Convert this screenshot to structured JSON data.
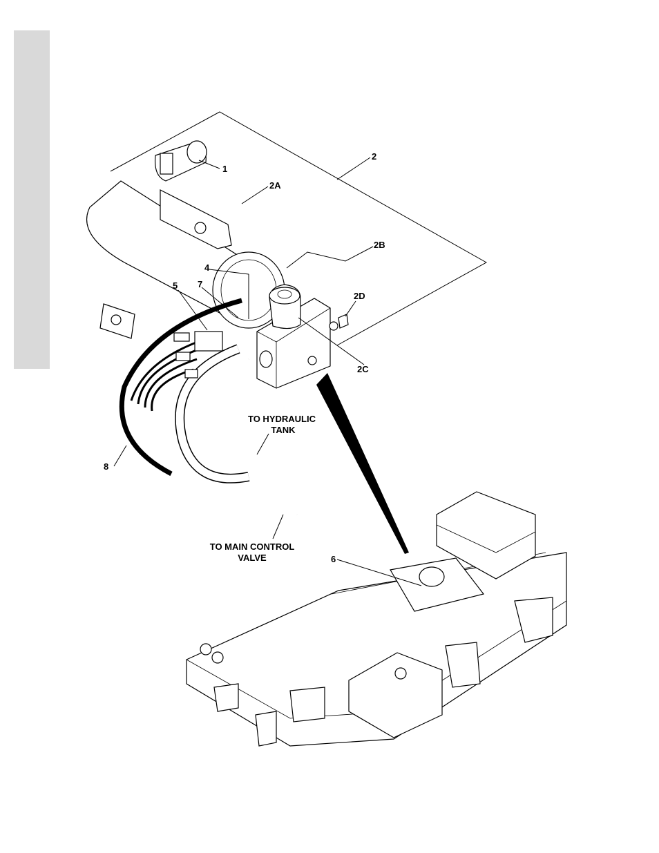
{
  "labels": {
    "l1": "1",
    "l2": "2",
    "l2a": "2A",
    "l2b": "2B",
    "l2c": "2C",
    "l2d": "2D",
    "l4": "4",
    "l5": "5",
    "l6": "6",
    "l7": "7",
    "l8": "8"
  },
  "notes": {
    "tank_line1": "TO HYDRAULIC",
    "tank_line2": "TANK",
    "valve_line1": "TO MAIN CONTROL",
    "valve_line2": "VALVE"
  }
}
